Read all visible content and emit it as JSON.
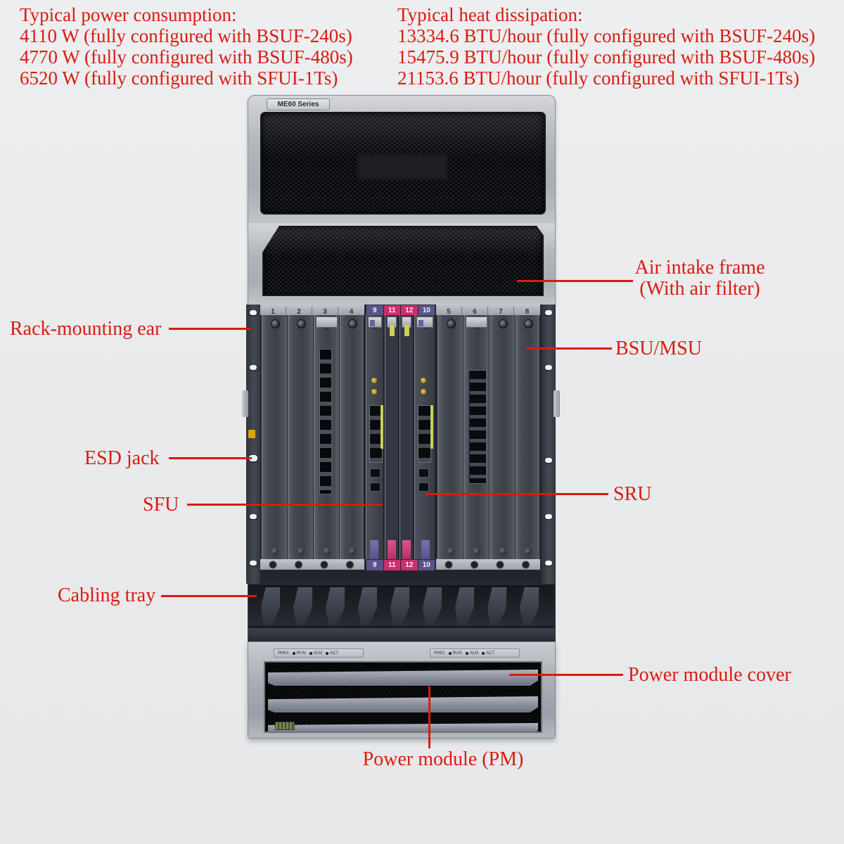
{
  "annotations": {
    "accent_color": "#da1b10",
    "power_consumption": {
      "title": "Typical power consumption:",
      "lines": [
        "4110 W (fully configured with BSUF-240s)",
        "4770 W (fully configured with BSUF-480s)",
        "6520 W (fully configured with SFUI-1Ts)"
      ]
    },
    "heat_dissipation": {
      "title": "Typical heat dissipation:",
      "lines": [
        "13334.6 BTU/hour (fully configured with BSUF-240s)",
        "15475.9 BTU/hour (fully configured with BSUF-480s)",
        "21153.6 BTU/hour (fully configured with SFUI-1Ts)"
      ]
    },
    "labels": {
      "air_intake_line1": "Air intake frame",
      "air_intake_line2": "(With air filter)",
      "rack_ear": "Rack-mounting ear",
      "bsu_msu": "BSU/MSU",
      "esd_jack": "ESD jack",
      "sfu": "SFU",
      "sru": "SRU",
      "cabling_tray": "Cabling tray",
      "power_module_cover": "Power module cover",
      "power_module": "Power module (PM)"
    }
  },
  "chassis": {
    "model_badge": "ME60 Series",
    "slot_strip": {
      "left": [
        "1",
        "2",
        "3",
        "4"
      ],
      "center": [
        "9",
        "11",
        "12",
        "10"
      ],
      "right": [
        "5",
        "6",
        "7",
        "8"
      ]
    },
    "power_modules": {
      "pm1": "PM01",
      "pm2": "PM02",
      "leds": [
        "RUN",
        "ALM",
        "ACT"
      ]
    }
  }
}
